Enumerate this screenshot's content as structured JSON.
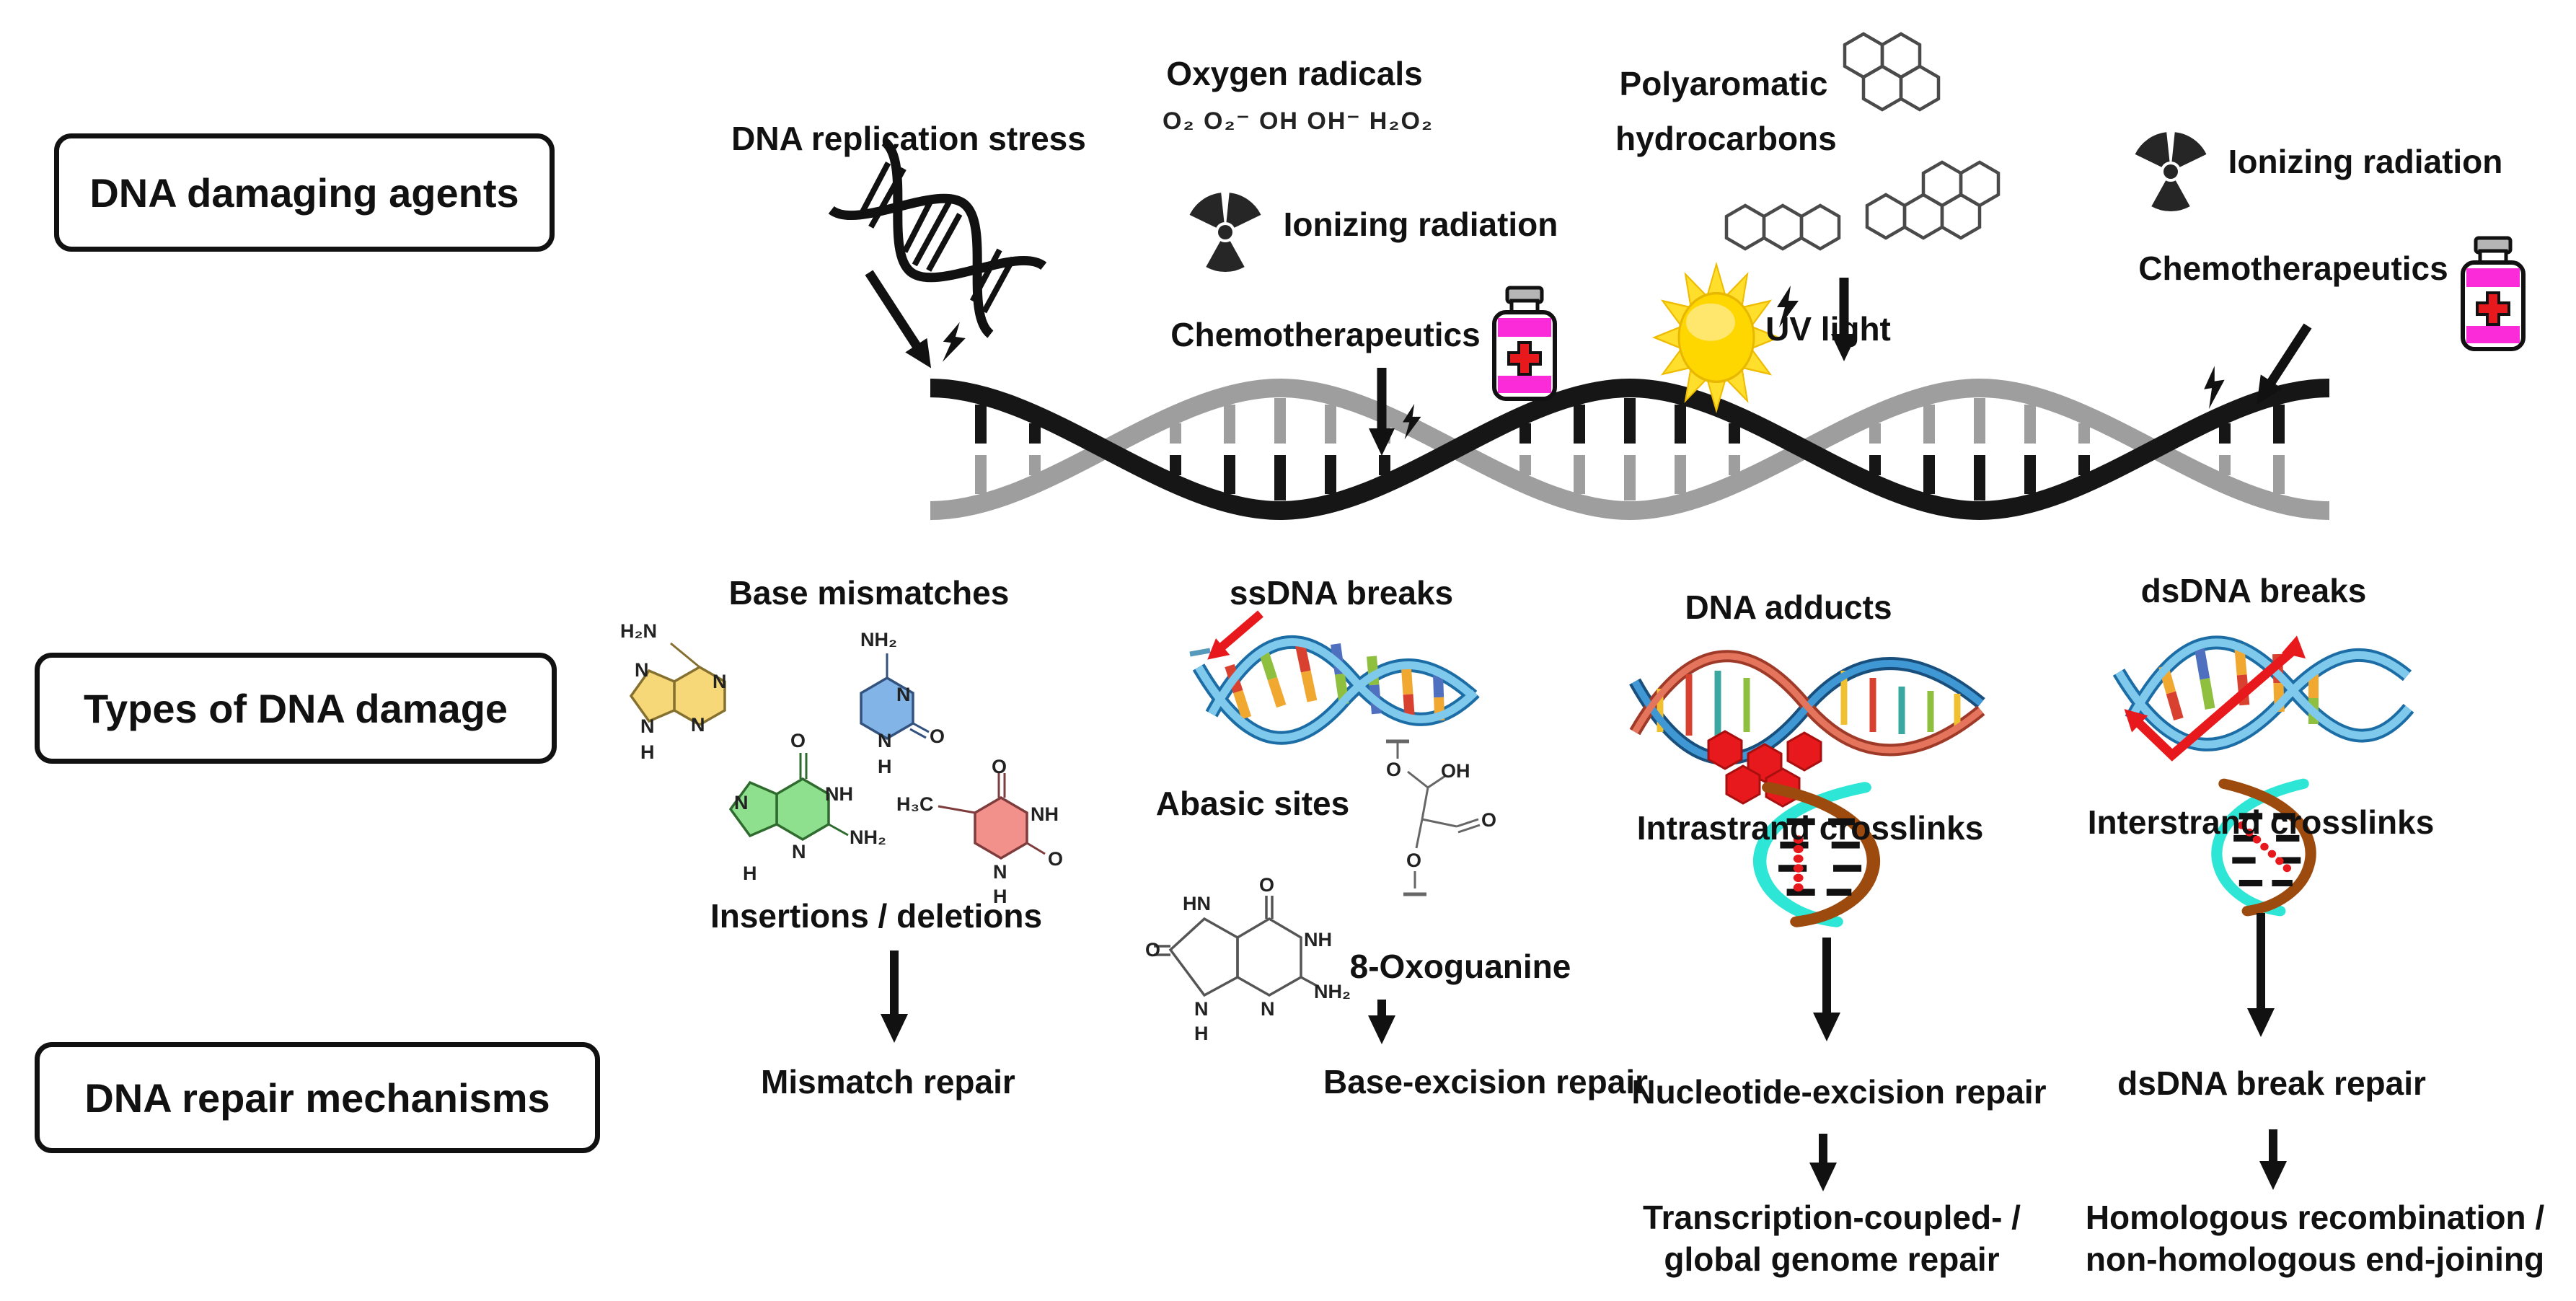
{
  "row_labels": {
    "agents": "DNA damaging agents",
    "damage": "Types of DNA damage",
    "repair": "DNA repair mechanisms"
  },
  "agents": {
    "col1": {
      "label": "DNA replication stress"
    },
    "col2": {
      "title": "Oxygen radicals",
      "formulas": "O₂  O₂⁻  OH  OH⁻  H₂O₂",
      "ionizing": "Ionizing radiation",
      "chemo": "Chemotherapeutics"
    },
    "col3": {
      "title_line1": "Polyaromatic",
      "title_line2": "hydrocarbons",
      "uv": "UV light"
    },
    "col4": {
      "ionizing": "Ionizing radiation",
      "chemo": "Chemotherapeutics"
    }
  },
  "damage": {
    "col1": {
      "top": "Base mismatches",
      "bottom": "Insertions / deletions"
    },
    "col2": {
      "top": "ssDNA breaks",
      "abasic": "Abasic sites",
      "oxo": "8-Oxoguanine"
    },
    "col3": {
      "top": "DNA adducts",
      "crosslinks": "Intrastrand crosslinks"
    },
    "col4": {
      "top": "dsDNA breaks",
      "crosslinks": "Interstrand crosslinks"
    }
  },
  "repair": {
    "col1": "Mismatch repair",
    "col2": "Base-excision repair",
    "col3": {
      "primary": "Nucleotide-excision repair",
      "secondary_line1": "Transcription-coupled- /",
      "secondary_line2": "global genome repair"
    },
    "col4": {
      "primary": "dsDNA break repair",
      "secondary_line1": "Homologous recombination /",
      "secondary_line2": "non-homologous end-joining"
    }
  },
  "molecules": {
    "adenine": {
      "labels": {
        "amine": "H₂N",
        "n1": "N",
        "n2": "N",
        "n3": "N",
        "n4": "N",
        "h": "H"
      }
    },
    "cytosine": {
      "labels": {
        "amine": "NH₂",
        "n1": "N",
        "n2": "N",
        "h": "H",
        "o": "O"
      }
    },
    "guanine": {
      "labels": {
        "o": "O",
        "nh": "NH",
        "amine": "NH₂",
        "n1": "N",
        "n2": "N",
        "h": "H"
      }
    },
    "thymine": {
      "labels": {
        "methyl": "H₃C",
        "o1": "O",
        "nh": "NH",
        "o2": "O",
        "n": "N",
        "h": "H"
      }
    },
    "abasic_sugar": {
      "labels": {
        "o1": "O",
        "oh": "OH",
        "o2": "O",
        "o3": "O"
      }
    },
    "oxoguanine": {
      "labels": {
        "o1": "O",
        "hn": "HN",
        "o2": "O",
        "nh": "NH",
        "n1": "N",
        "n2": "N",
        "amine": "NH₂",
        "h": "H"
      }
    }
  },
  "icons": {
    "replication_stress": "dna-helix-icon",
    "ionizing_radiation": "radiation-trefoil-icon",
    "chemotherapeutics": "medicine-bottle-icon",
    "uv_light": "sun-icon",
    "damage_strike": "lightning-bolt-icon",
    "flow": "down-arrow-icon",
    "polyaromatic": "benzene-rings-icon"
  },
  "colors": {
    "helix_black": "#161616",
    "helix_gray": "#9e9e9e",
    "bottle_magenta": "#fb2bd9",
    "cross_red": "#e8191c",
    "sun_yellow": "#ffd700",
    "adenine_yellow": "#f6d878",
    "cytosine_blue": "#82b4e8",
    "guanine_green": "#8ee08e",
    "thymine_red": "#f2908c",
    "strand_blue": "#3f97d4",
    "strand_cyan": "#2ee6d6",
    "strand_brown": "#9c4a0e"
  }
}
